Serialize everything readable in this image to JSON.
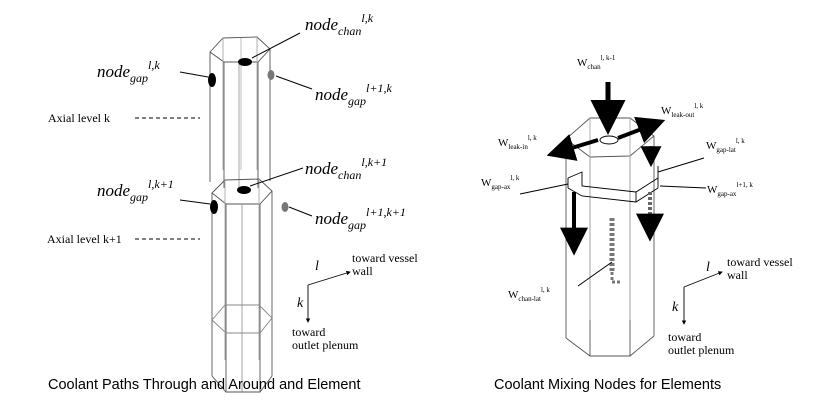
{
  "left_figure": {
    "node_gap_lk": {
      "base": "node",
      "sub": "gap",
      "sup": "l,k"
    },
    "node_chan_lk": {
      "base": "node",
      "sub": "chan",
      "sup": "l,k"
    },
    "node_gap_l1k": {
      "base": "node",
      "sub": "gap",
      "sup": "l+1,k"
    },
    "node_gap_lk1": {
      "base": "node",
      "sub": "gap",
      "sup": "l,k+1"
    },
    "node_chan_lk1": {
      "base": "node",
      "sub": "chan",
      "sup": "l,k+1"
    },
    "node_gap_l1k1": {
      "base": "node",
      "sub": "gap",
      "sup": "l+1,k+1"
    },
    "axial_level_k": "Axial level k",
    "axial_level_k1": "Axial level k+1",
    "axis_l": "l",
    "axis_k": "k",
    "toward_vessel_wall": [
      "toward vessel",
      "wall"
    ],
    "toward_outlet_plenum": [
      "toward",
      "outlet plenum"
    ],
    "caption": "Coolant Paths Through and Around and Element"
  },
  "right_figure": {
    "w_chan_top": {
      "base": "W",
      "sub": "chan",
      "sup": "l, k-1"
    },
    "w_leak_out": {
      "base": "W",
      "sub": "leak-out",
      "sup": "l, k"
    },
    "w_leak_in": {
      "base": "W",
      "sub": "leak-in",
      "sup": "l, k"
    },
    "w_gap_lat": {
      "base": "W",
      "sub": "gap-lat",
      "sup": "l, k"
    },
    "w_gap_ax_left": {
      "base": "W",
      "sub": "gap-ax",
      "sup": "l, k"
    },
    "w_gap_ax_right": {
      "base": "W",
      "sub": "gap-ax",
      "sup": "l+1, k"
    },
    "w_chan_lat": {
      "base": "W",
      "sub": "chan-lat",
      "sup": "l, k"
    },
    "axis_l": "l",
    "axis_k": "k",
    "toward_vessel_wall": [
      "toward vessel",
      "wall"
    ],
    "toward_outlet_plenum": [
      "toward",
      "outlet plenum"
    ],
    "caption": "Coolant Mixing Nodes for Elements"
  }
}
